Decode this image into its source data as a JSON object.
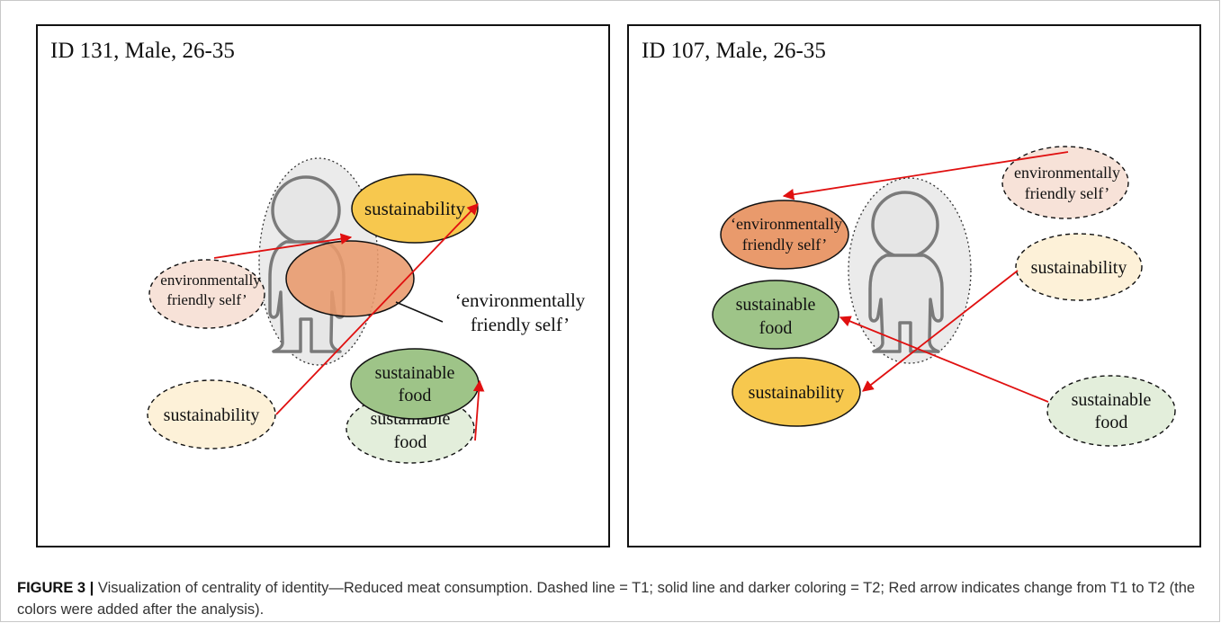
{
  "panels": {
    "left": {
      "title": "ID 131, Male, 26-35",
      "nodes": {
        "sustainability_t2": "sustainability",
        "env_self_t1_line1": "environmentally",
        "env_self_t1_line2": "friendly self’",
        "env_self_t2_line1": "‘environmentally",
        "env_self_t2_line2": "friendly self’",
        "food_t2_line1": "sustainable",
        "food_t2_line2": "food",
        "food_t1_line1": "sustainable",
        "food_t1_line2": "food",
        "sustainability_t1": "sustainability"
      }
    },
    "right": {
      "title": "ID 107, Male, 26-35",
      "nodes": {
        "env_self_t1_line1": "environmentally",
        "env_self_t1_line2": "friendly self’",
        "env_self_t2_line1": "‘environmentally",
        "env_self_t2_line2": "friendly self’",
        "sustainability_t1": "sustainability",
        "food_t2_line1": "sustainable",
        "food_t2_line2": "food",
        "sustainability_t2": "sustainability",
        "food_t1_line1": "sustainable",
        "food_t1_line2": "food"
      }
    }
  },
  "caption": {
    "label": "FIGURE 3 |",
    "text": " Visualization of centrality of identity—Reduced meat consumption. Dashed line = T1; solid line and darker coloring = T2; Red arrow indicates change from T1 to T2 (the colors were added after the analysis)."
  },
  "colors": {
    "arrow": "#e01010",
    "sustainability_t2": "#f7c84e",
    "sustainability_t1": "#fdf1d8",
    "env_self_t2": "#e99a6c",
    "env_self_t1": "#f7e2d8",
    "food_t2": "#9ec488",
    "food_t1": "#e3eedb",
    "person_area": "#ebebeb"
  }
}
